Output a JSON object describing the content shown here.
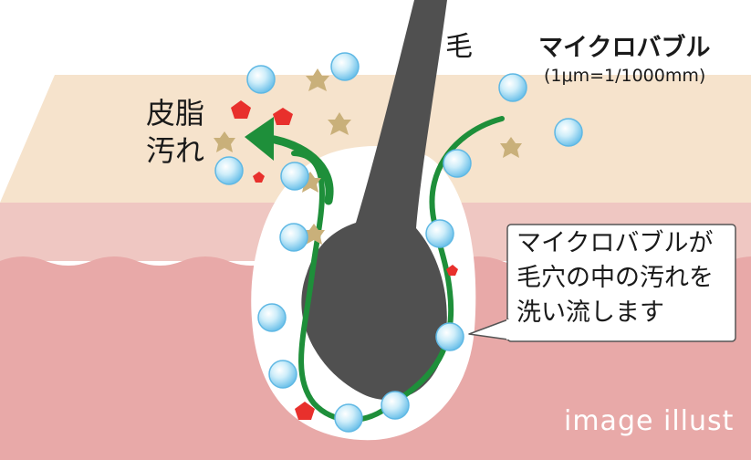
{
  "labels": {
    "hair": "毛",
    "microbubble": "マイクロバブル",
    "size_note": "(1μm=1/1000mm)",
    "sebum": "皮脂\n汚れ",
    "callout": "マイクロバブルが\n毛穴の中の汚れを\n洗い流します",
    "watermark": "image illust"
  },
  "colors": {
    "epidermis": "#f6e3cc",
    "skin_pink": "#efc7c2",
    "dermis": "#e8a9a8",
    "follicle": "#ffffff",
    "hair": "#505050",
    "flow_arrow": "#1e8f3a",
    "bubble": "#8fd0f0",
    "sebum_particle": "#c9b07a",
    "dirt_particle": "#e8302c"
  }
}
